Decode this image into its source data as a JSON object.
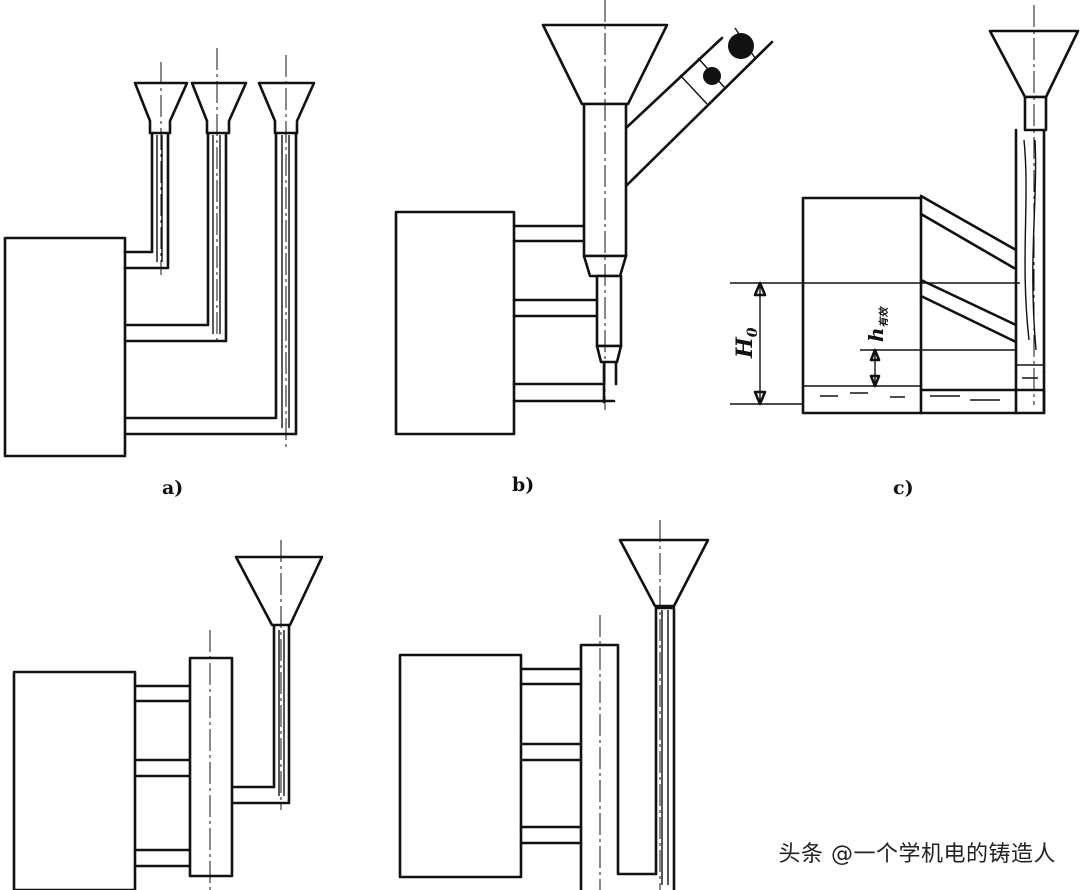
{
  "labels": {
    "a": "a)",
    "b": "b)",
    "c": "c)"
  },
  "symbols": {
    "H0_main": "H",
    "H0_sub": "0",
    "h_main": "h",
    "h_sub": "有效"
  },
  "watermark": "头条 @一个学机电的铸造人"
}
